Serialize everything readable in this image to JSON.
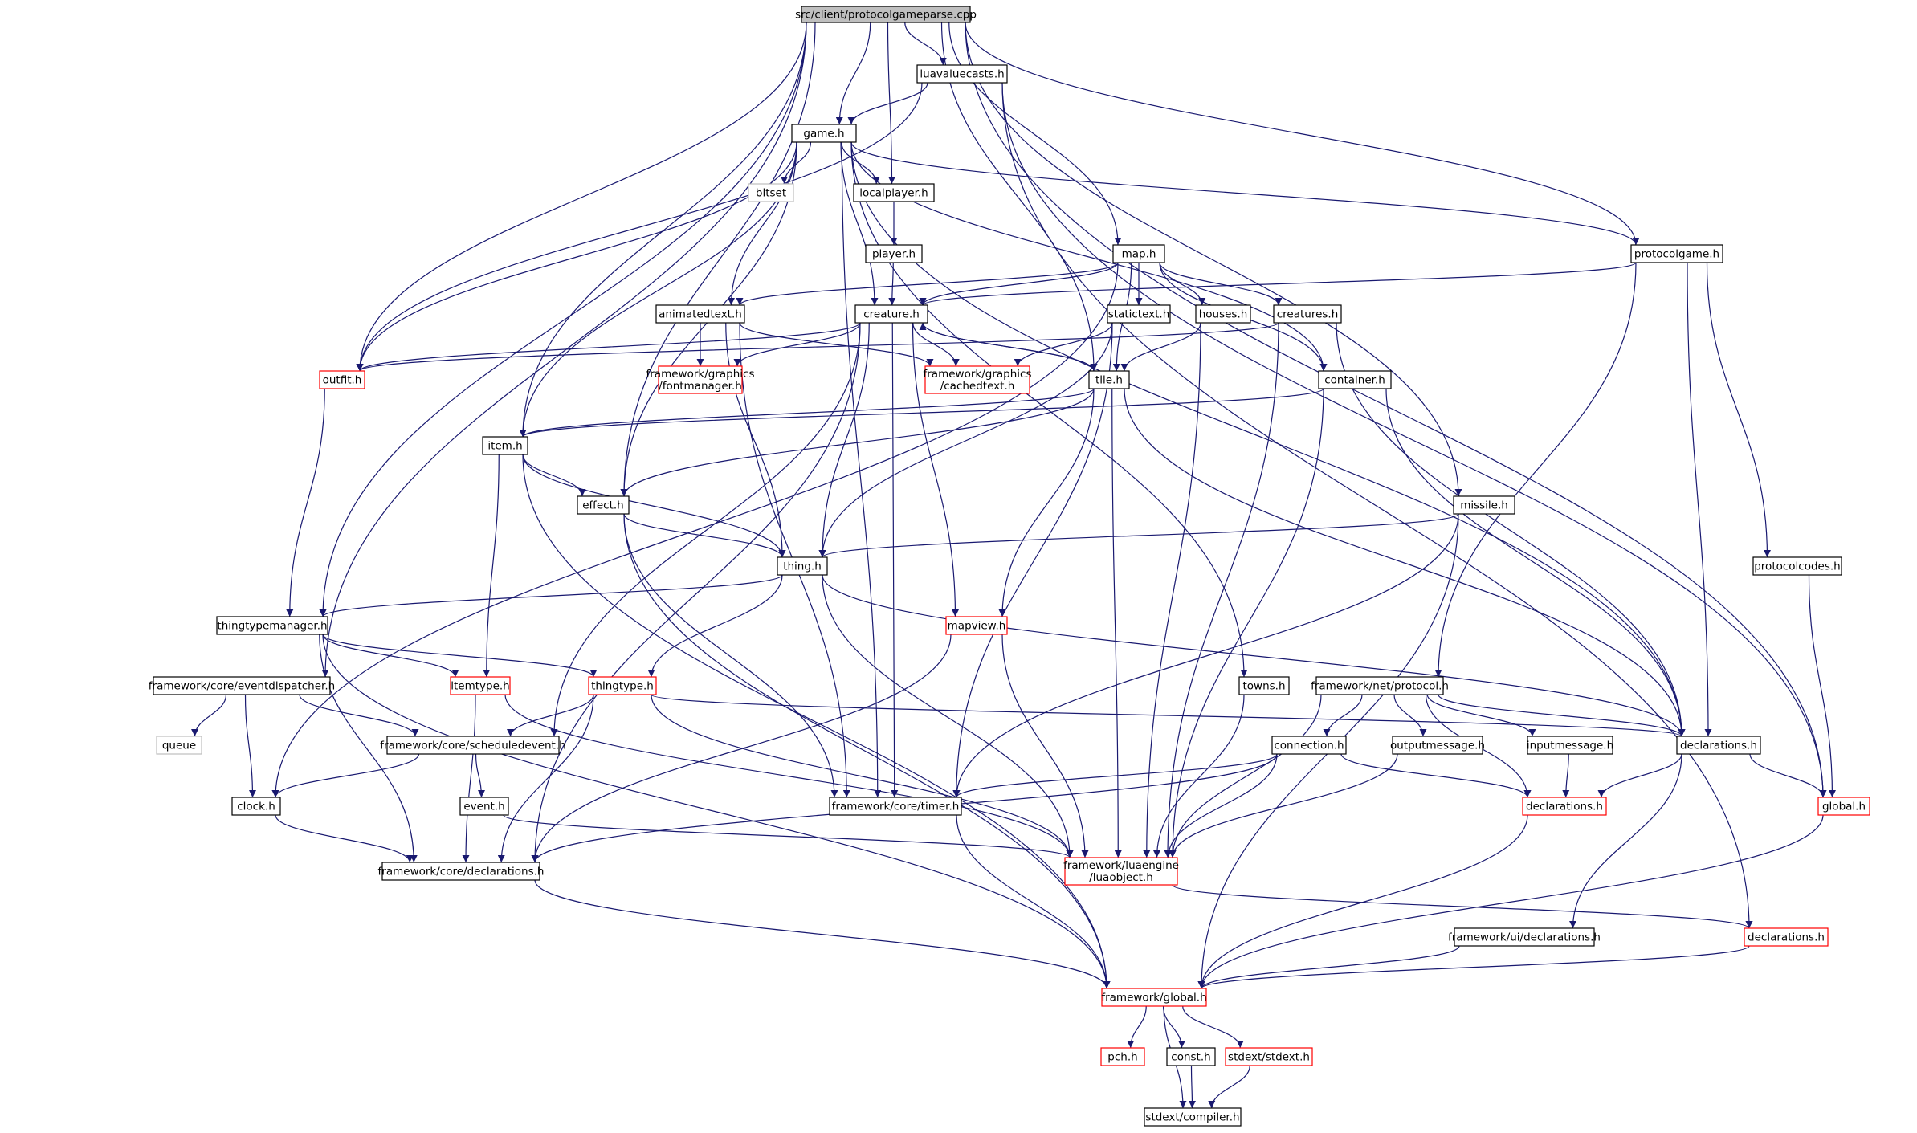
{
  "title": "src/client/protocolgameparse.cpp",
  "colors": {
    "edge": "#191970",
    "box_normal": "#000000",
    "box_truncated": "#ff0000",
    "box_external": "#bfbfbf",
    "root_fill": "#bfbfbf",
    "background": "#ffffff"
  },
  "nodes": [
    {
      "id": "root",
      "label": "src/client/protocolgameparse.cpp",
      "kind": "root"
    },
    {
      "id": "luavaluecasts",
      "label": "luavaluecasts.h",
      "kind": "normal"
    },
    {
      "id": "gameh",
      "label": "game.h",
      "kind": "normal"
    },
    {
      "id": "bitset",
      "label": "bitset",
      "kind": "external"
    },
    {
      "id": "localplayer",
      "label": "localplayer.h",
      "kind": "normal"
    },
    {
      "id": "playerh",
      "label": "player.h",
      "kind": "normal"
    },
    {
      "id": "maph",
      "label": "map.h",
      "kind": "normal"
    },
    {
      "id": "protocolgame",
      "label": "protocolgame.h",
      "kind": "normal"
    },
    {
      "id": "animatedtext",
      "label": "animatedtext.h",
      "kind": "normal"
    },
    {
      "id": "creature",
      "label": "creature.h",
      "kind": "normal"
    },
    {
      "id": "statictext",
      "label": "statictext.h",
      "kind": "normal"
    },
    {
      "id": "houses",
      "label": "houses.h",
      "kind": "normal"
    },
    {
      "id": "creatures",
      "label": "creatures.h",
      "kind": "normal"
    },
    {
      "id": "outfit",
      "label": "outfit.h",
      "kind": "truncated"
    },
    {
      "id": "fontmanager",
      "label": "framework/graphics\n/fontmanager.h",
      "kind": "truncated"
    },
    {
      "id": "cachedtext",
      "label": "framework/graphics\n/cachedtext.h",
      "kind": "truncated"
    },
    {
      "id": "tile",
      "label": "tile.h",
      "kind": "normal"
    },
    {
      "id": "container",
      "label": "container.h",
      "kind": "normal"
    },
    {
      "id": "item",
      "label": "item.h",
      "kind": "normal"
    },
    {
      "id": "effect",
      "label": "effect.h",
      "kind": "normal"
    },
    {
      "id": "missile",
      "label": "missile.h",
      "kind": "normal"
    },
    {
      "id": "thing",
      "label": "thing.h",
      "kind": "normal"
    },
    {
      "id": "protocolcodes",
      "label": "protocolcodes.h",
      "kind": "normal"
    },
    {
      "id": "thingtypemanager",
      "label": "thingtypemanager.h",
      "kind": "normal"
    },
    {
      "id": "mapview",
      "label": "mapview.h",
      "kind": "truncated"
    },
    {
      "id": "eventdispatcher",
      "label": "framework/core/eventdispatcher.h",
      "kind": "normal"
    },
    {
      "id": "itemtype",
      "label": "itemtype.h",
      "kind": "truncated"
    },
    {
      "id": "thingtype",
      "label": "thingtype.h",
      "kind": "truncated"
    },
    {
      "id": "towns",
      "label": "towns.h",
      "kind": "normal"
    },
    {
      "id": "netprotocol",
      "label": "framework/net/protocol.h",
      "kind": "normal"
    },
    {
      "id": "queue",
      "label": "queue",
      "kind": "external"
    },
    {
      "id": "scheduledevent",
      "label": "framework/core/scheduledevent.h",
      "kind": "normal"
    },
    {
      "id": "connection",
      "label": "connection.h",
      "kind": "normal"
    },
    {
      "id": "outputmessage",
      "label": "outputmessage.h",
      "kind": "normal"
    },
    {
      "id": "inputmessage",
      "label": "inputmessage.h",
      "kind": "normal"
    },
    {
      "id": "declarations",
      "label": "declarations.h",
      "kind": "normal"
    },
    {
      "id": "clock",
      "label": "clock.h",
      "kind": "normal"
    },
    {
      "id": "eventh",
      "label": "event.h",
      "kind": "normal"
    },
    {
      "id": "timer",
      "label": "framework/core/timer.h",
      "kind": "normal"
    },
    {
      "id": "declred",
      "label": "declarations.h",
      "kind": "truncated"
    },
    {
      "id": "globalh",
      "label": "global.h",
      "kind": "truncated"
    },
    {
      "id": "coredecl",
      "label": "framework/core/declarations.h",
      "kind": "normal"
    },
    {
      "id": "luaobject",
      "label": "framework/luaengine\n/luaobject.h",
      "kind": "truncated"
    },
    {
      "id": "uidecl",
      "label": "framework/ui/declarations.h",
      "kind": "normal"
    },
    {
      "id": "decl3",
      "label": "declarations.h",
      "kind": "truncated"
    },
    {
      "id": "fwglobal",
      "label": "framework/global.h",
      "kind": "truncated"
    },
    {
      "id": "pch",
      "label": "pch.h",
      "kind": "truncated"
    },
    {
      "id": "consth",
      "label": "const.h",
      "kind": "normal"
    },
    {
      "id": "stdext",
      "label": "stdext/stdext.h",
      "kind": "truncated"
    },
    {
      "id": "compiler",
      "label": "stdext/compiler.h",
      "kind": "normal"
    }
  ],
  "edges": [
    [
      "root",
      "luavaluecasts"
    ],
    [
      "root",
      "gameh"
    ],
    [
      "root",
      "localplayer"
    ],
    [
      "root",
      "maph"
    ],
    [
      "root",
      "protocolgame"
    ],
    [
      "root",
      "outfit"
    ],
    [
      "root",
      "item"
    ],
    [
      "root",
      "effect"
    ],
    [
      "root",
      "tile"
    ],
    [
      "root",
      "missile"
    ],
    [
      "root",
      "thingtypemanager"
    ],
    [
      "root",
      "eventdispatcher"
    ],
    [
      "root",
      "globalh"
    ],
    [
      "luavaluecasts",
      "gameh"
    ],
    [
      "luavaluecasts",
      "outfit"
    ],
    [
      "luavaluecasts",
      "decl3"
    ],
    [
      "luavaluecasts",
      "globalh"
    ],
    [
      "gameh",
      "bitset"
    ],
    [
      "gameh",
      "localplayer"
    ],
    [
      "gameh",
      "protocolgame"
    ],
    [
      "gameh",
      "animatedtext"
    ],
    [
      "gameh",
      "creature"
    ],
    [
      "gameh",
      "outfit"
    ],
    [
      "gameh",
      "item"
    ],
    [
      "gameh",
      "effect"
    ],
    [
      "gameh",
      "container"
    ],
    [
      "gameh",
      "towns"
    ],
    [
      "gameh",
      "declarations"
    ],
    [
      "gameh",
      "timer"
    ],
    [
      "localplayer",
      "playerh"
    ],
    [
      "playerh",
      "creature"
    ],
    [
      "maph",
      "creature"
    ],
    [
      "maph",
      "animatedtext"
    ],
    [
      "maph",
      "statictext"
    ],
    [
      "maph",
      "houses"
    ],
    [
      "maph",
      "creatures"
    ],
    [
      "maph",
      "tile"
    ],
    [
      "maph",
      "container"
    ],
    [
      "maph",
      "clock"
    ],
    [
      "protocolgame",
      "creature"
    ],
    [
      "protocolgame",
      "protocolcodes"
    ],
    [
      "protocolgame",
      "netprotocol"
    ],
    [
      "protocolgame",
      "declarations"
    ],
    [
      "animatedtext",
      "fontmanager"
    ],
    [
      "animatedtext",
      "cachedtext"
    ],
    [
      "animatedtext",
      "thing"
    ],
    [
      "animatedtext",
      "timer"
    ],
    [
      "creature",
      "outfit"
    ],
    [
      "creature",
      "fontmanager"
    ],
    [
      "creature",
      "cachedtext"
    ],
    [
      "creature",
      "tile"
    ],
    [
      "creature",
      "thing"
    ],
    [
      "creature",
      "mapview"
    ],
    [
      "creature",
      "scheduledevent"
    ],
    [
      "creature",
      "timer"
    ],
    [
      "creature",
      "coredecl"
    ],
    [
      "statictext",
      "cachedtext"
    ],
    [
      "statictext",
      "thing"
    ],
    [
      "statictext",
      "timer"
    ],
    [
      "houses",
      "tile"
    ],
    [
      "houses",
      "luaobject"
    ],
    [
      "creatures",
      "outfit"
    ],
    [
      "creatures",
      "luaobject"
    ],
    [
      "creatures",
      "declarations"
    ],
    [
      "outfit",
      "thingtypemanager"
    ],
    [
      "tile",
      "creature"
    ],
    [
      "tile",
      "item"
    ],
    [
      "tile",
      "effect"
    ],
    [
      "tile",
      "mapview"
    ],
    [
      "tile",
      "declarations"
    ],
    [
      "tile",
      "luaobject"
    ],
    [
      "container",
      "item"
    ],
    [
      "container",
      "declarations"
    ],
    [
      "container",
      "luaobject"
    ],
    [
      "item",
      "effect"
    ],
    [
      "item",
      "thing"
    ],
    [
      "item",
      "itemtype"
    ],
    [
      "item",
      "fwglobal"
    ],
    [
      "effect",
      "thing"
    ],
    [
      "effect",
      "timer"
    ],
    [
      "effect",
      "fwglobal"
    ],
    [
      "missile",
      "thing"
    ],
    [
      "missile",
      "timer"
    ],
    [
      "missile",
      "fwglobal"
    ],
    [
      "thing",
      "thingtypemanager"
    ],
    [
      "thing",
      "thingtype"
    ],
    [
      "thing",
      "declarations"
    ],
    [
      "thing",
      "luaobject"
    ],
    [
      "protocolcodes",
      "globalh"
    ],
    [
      "thingtypemanager",
      "itemtype"
    ],
    [
      "thingtypemanager",
      "thingtype"
    ],
    [
      "thingtypemanager",
      "coredecl"
    ],
    [
      "thingtypemanager",
      "fwglobal"
    ],
    [
      "mapview",
      "coredecl"
    ],
    [
      "mapview",
      "luaobject"
    ],
    [
      "eventdispatcher",
      "queue"
    ],
    [
      "eventdispatcher",
      "scheduledevent"
    ],
    [
      "eventdispatcher",
      "clock"
    ],
    [
      "itemtype",
      "coredecl"
    ],
    [
      "itemtype",
      "luaobject"
    ],
    [
      "thingtype",
      "scheduledevent"
    ],
    [
      "thingtype",
      "coredecl"
    ],
    [
      "thingtype",
      "declarations"
    ],
    [
      "thingtype",
      "luaobject"
    ],
    [
      "towns",
      "luaobject"
    ],
    [
      "netprotocol",
      "connection"
    ],
    [
      "netprotocol",
      "outputmessage"
    ],
    [
      "netprotocol",
      "inputmessage"
    ],
    [
      "netprotocol",
      "declarations"
    ],
    [
      "netprotocol",
      "declred"
    ],
    [
      "netprotocol",
      "luaobject"
    ],
    [
      "scheduledevent",
      "clock"
    ],
    [
      "scheduledevent",
      "eventh"
    ],
    [
      "connection",
      "timer"
    ],
    [
      "connection",
      "declred"
    ],
    [
      "connection",
      "luaobject"
    ],
    [
      "connection",
      "coredecl"
    ],
    [
      "outputmessage",
      "luaobject"
    ],
    [
      "inputmessage",
      "declred"
    ],
    [
      "declarations",
      "declred"
    ],
    [
      "declarations",
      "globalh"
    ],
    [
      "declarations",
      "uidecl"
    ],
    [
      "clock",
      "coredecl"
    ],
    [
      "eventh",
      "luaobject"
    ],
    [
      "timer",
      "fwglobal"
    ],
    [
      "declred",
      "fwglobal"
    ],
    [
      "globalh",
      "fwglobal"
    ],
    [
      "coredecl",
      "fwglobal"
    ],
    [
      "luaobject",
      "decl3"
    ],
    [
      "uidecl",
      "fwglobal"
    ],
    [
      "decl3",
      "fwglobal"
    ],
    [
      "fwglobal",
      "pch"
    ],
    [
      "fwglobal",
      "consth"
    ],
    [
      "fwglobal",
      "stdext"
    ],
    [
      "fwglobal",
      "compiler"
    ],
    [
      "consth",
      "compiler"
    ],
    [
      "stdext",
      "compiler"
    ]
  ]
}
